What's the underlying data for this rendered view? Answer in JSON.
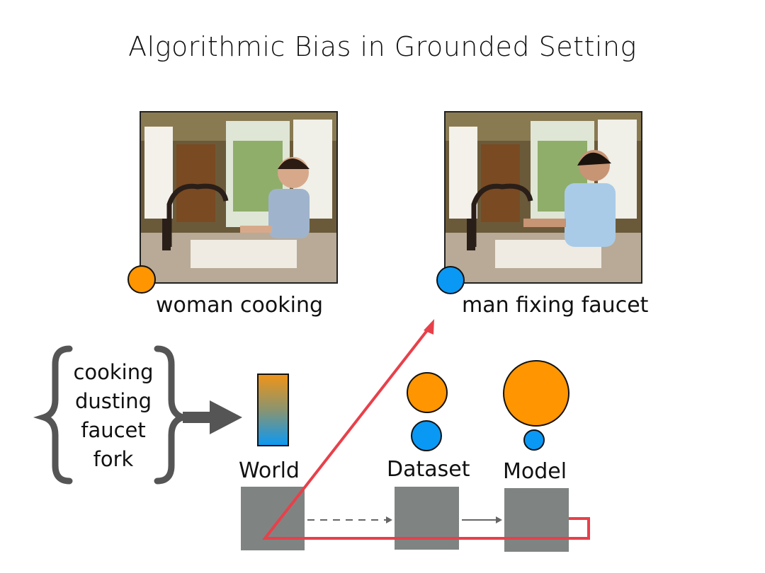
{
  "title": "Algorithmic Bias in Grounded Setting",
  "images": [
    {
      "caption": "woman cooking",
      "marker_color": "#FF9500"
    },
    {
      "caption": "man fixing faucet",
      "marker_color": "#0A98F5"
    }
  ],
  "word_set": [
    "cooking",
    "dusting",
    "faucet",
    "fork"
  ],
  "stages": [
    {
      "label": "World"
    },
    {
      "label": "Dataset"
    },
    {
      "label": "Model"
    }
  ],
  "colors": {
    "orange": "#FF9500",
    "blue": "#0A98F5",
    "box": "#7F8482",
    "loop": "#E8404A",
    "brace": "#555555"
  }
}
